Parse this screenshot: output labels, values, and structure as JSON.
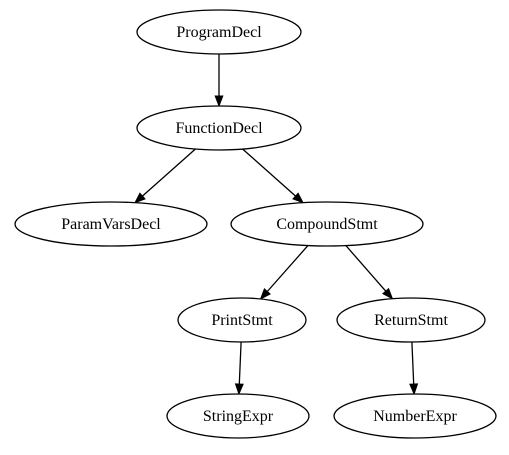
{
  "diagram": {
    "nodes": [
      {
        "id": "program",
        "label": "ProgramDecl"
      },
      {
        "id": "function",
        "label": "FunctionDecl"
      },
      {
        "id": "params",
        "label": "ParamVarsDecl"
      },
      {
        "id": "compound",
        "label": "CompoundStmt"
      },
      {
        "id": "print",
        "label": "PrintStmt"
      },
      {
        "id": "return",
        "label": "ReturnStmt"
      },
      {
        "id": "string",
        "label": "StringExpr"
      },
      {
        "id": "number",
        "label": "NumberExpr"
      }
    ],
    "edges": [
      {
        "from": "program",
        "to": "function"
      },
      {
        "from": "function",
        "to": "params"
      },
      {
        "from": "function",
        "to": "compound"
      },
      {
        "from": "compound",
        "to": "print"
      },
      {
        "from": "compound",
        "to": "return"
      },
      {
        "from": "print",
        "to": "string"
      },
      {
        "from": "return",
        "to": "number"
      }
    ]
  }
}
